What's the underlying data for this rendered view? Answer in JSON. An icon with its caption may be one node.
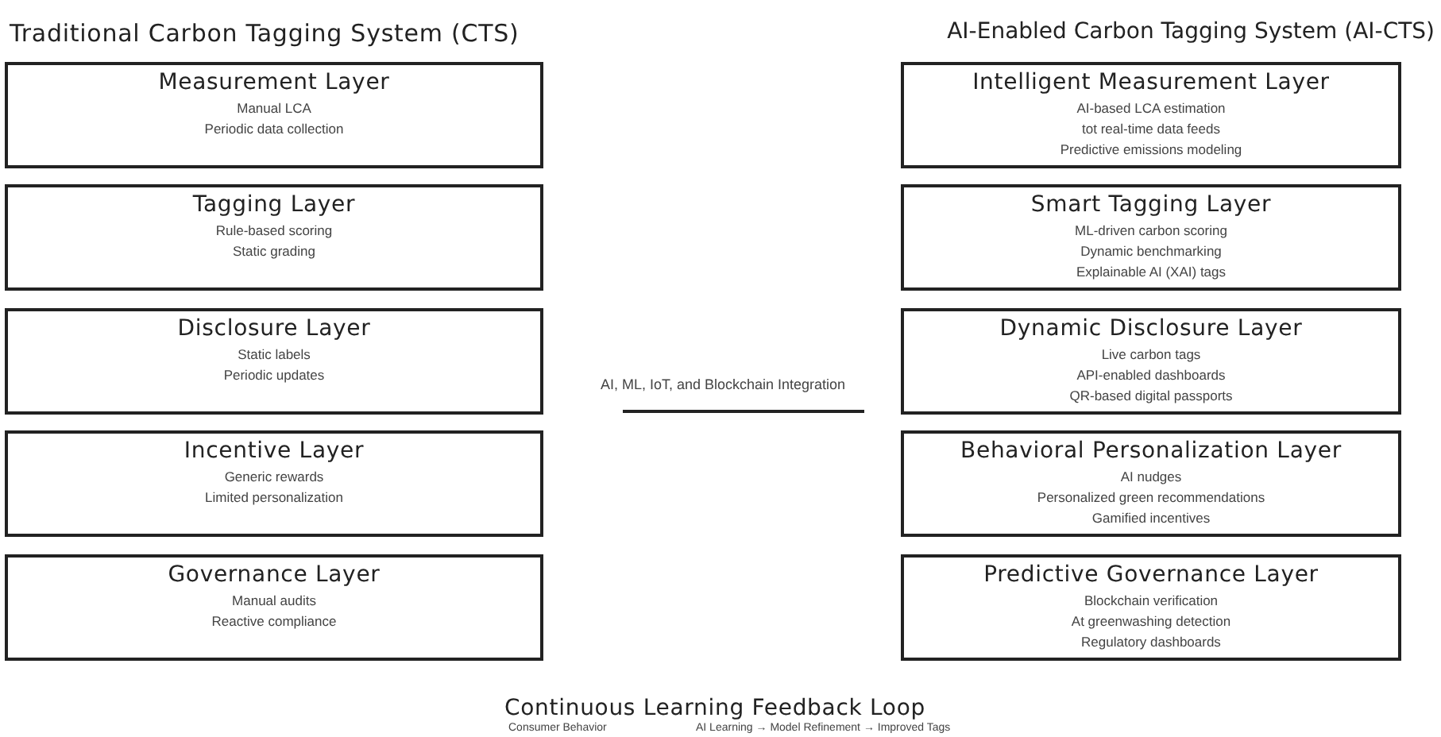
{
  "diagram": {
    "nodes": [
      {
        "text": [
          "Measurement Layer",
          "Manual LCA",
          "Periodic data collection"
        ]
      },
      {
        "text": [
          "Tagging Layer",
          "Rule-based scoring",
          "Static grading"
        ]
      },
      {
        "text": [
          "Disclosure Layer",
          "Static labels",
          "Periodic updates"
        ]
      },
      {
        "text": [
          "Incentive Layer",
          "Generic rewards",
          "Limited personalization"
        ]
      },
      {
        "text": [
          "Governance Layer",
          "Manual audits",
          "Reactive compliance"
        ]
      },
      {
        "text": [
          "Intelligent Measurement Layer",
          "AI-based LCA estimation",
          "tot real-time data feeds",
          "Predictive emissions modeling"
        ]
      },
      {
        "text": [
          "Smart Tagging Layer",
          "ML-driven carbon scoring",
          "Dynamic benchmarking",
          "Explainable AI (XAI) tags"
        ]
      },
      {
        "text": [
          "Dynamic Disclosure Layer",
          "Live carbon tags",
          "API-enabled dashboards",
          "QR-based digital passports"
        ]
      },
      {
        "text": [
          "Behavioral Personalization Layer",
          "AI nudges",
          "Personalized green recommendations",
          "Gamified incentives"
        ]
      },
      {
        "text": [
          "Predictive Governance Layer",
          "Blockchain verification",
          "At greenwashing detection",
          "Regulatory dashboards"
        ]
      }
    ],
    "labels": [
      "Traditional Carbon Tagging System (CTS)",
      "AI-Enabled Carbon Tagging System (AI-CTS)",
      "AI, ML, IoT, and Blockchain Integration",
      "Continuous Learning Feedback Loop",
      "Consumer Behavior",
      "AI Learning → Model Refinement → Improved Tags"
    ]
  }
}
